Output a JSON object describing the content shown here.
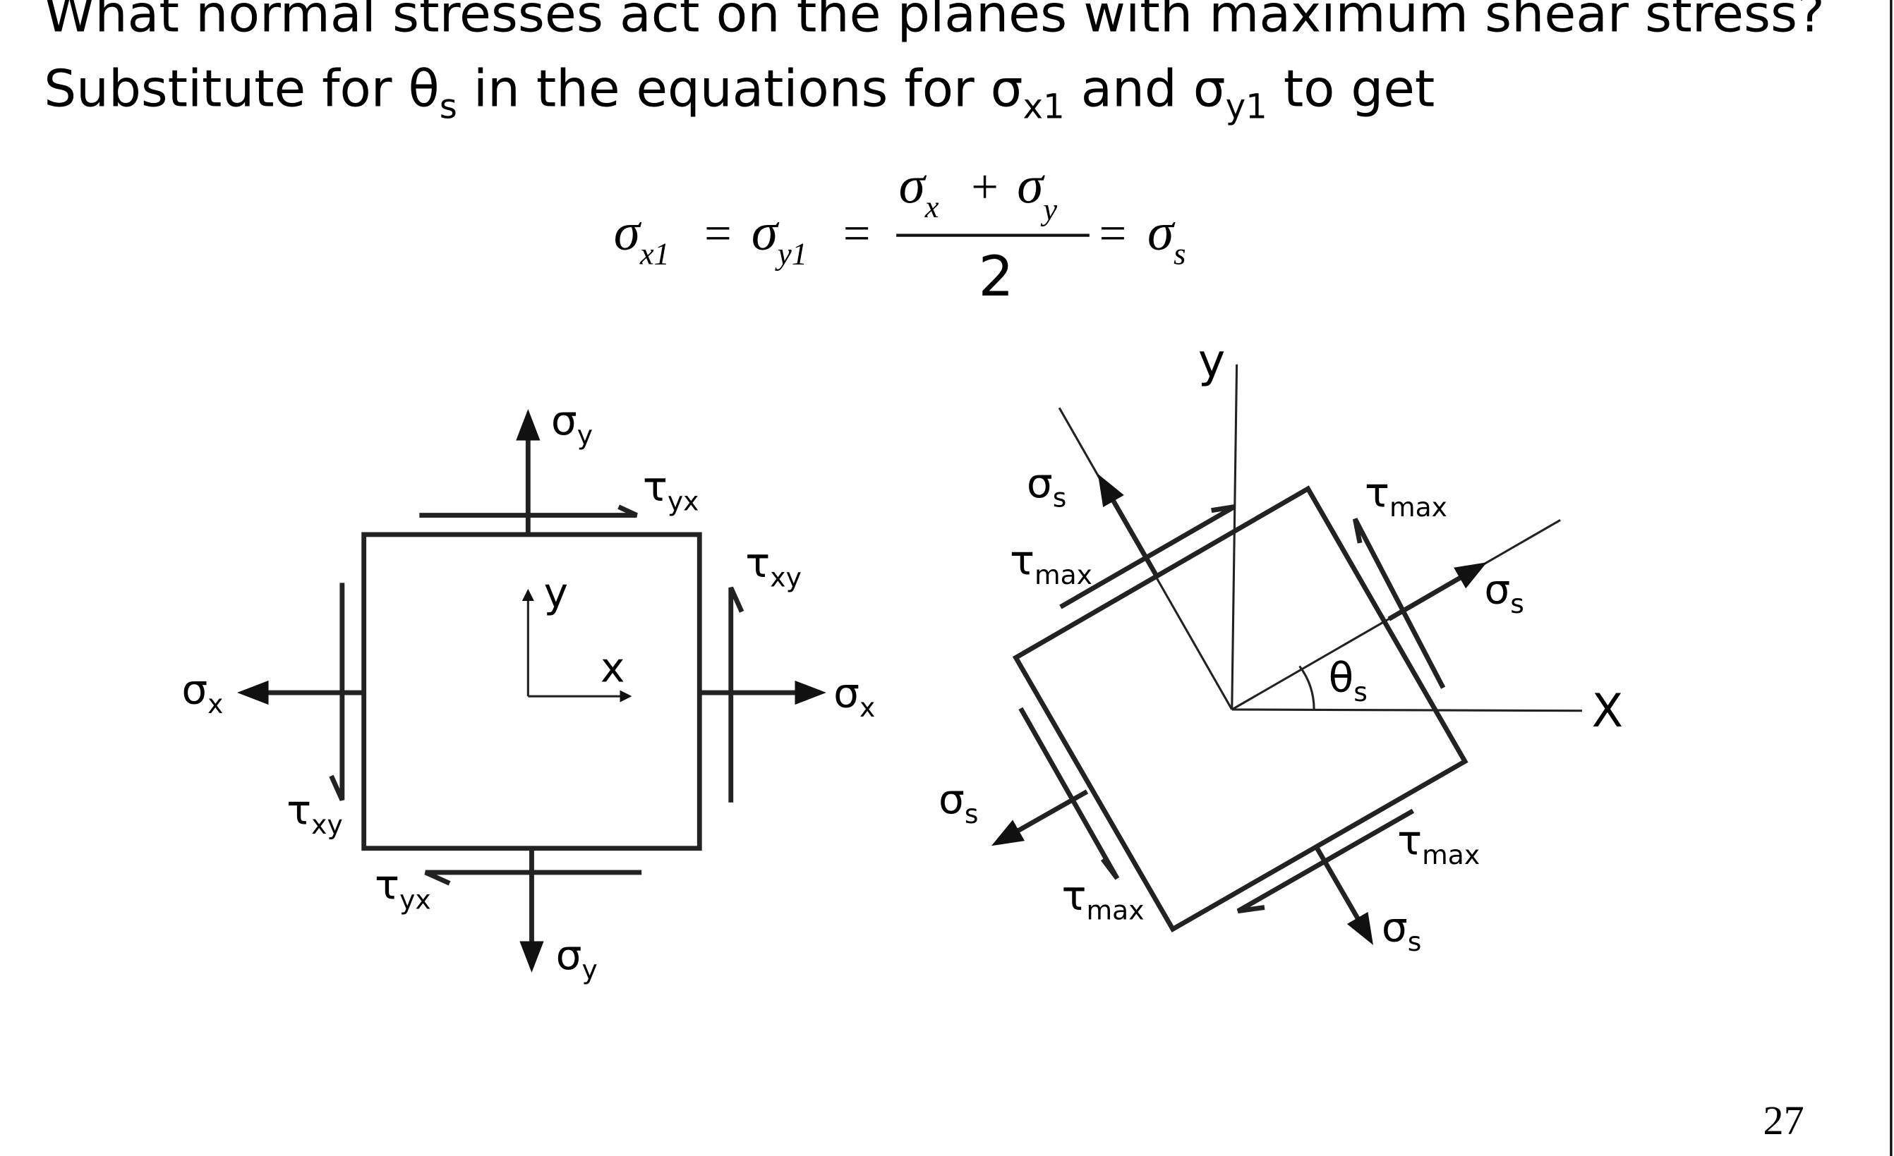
{
  "slide": {
    "line1": "What normal stresses act on the planes with maximum shear stress?",
    "line2_a": "Substitute for ",
    "line2_theta": "θ",
    "line2_theta_sub": "s",
    "line2_b": " in the equations for ",
    "line2_sig1": "σ",
    "line2_sig1_sub": "x1",
    "line2_c": " and ",
    "line2_sig2": "σ",
    "line2_sig2_sub": "y1",
    "line2_d": " to get",
    "page_number": "27"
  },
  "equation": {
    "sigma": "σ",
    "sub_x1": "x1",
    "sub_y1": "y1",
    "sub_x": "x",
    "sub_y": "y",
    "sub_s": "s",
    "equals": "=",
    "plus": "+",
    "denominator": "2"
  },
  "left_diagram": {
    "sigma_y": "σ",
    "sub_y": "y",
    "sigma_x": "σ",
    "sub_x": "x",
    "tau": "τ",
    "sub_yx": "yx",
    "sub_xy": "xy",
    "axis_x": "x",
    "axis_y": "y"
  },
  "right_diagram": {
    "sigma": "σ",
    "sub_s": "s",
    "tau": "τ",
    "sub_max": "max",
    "theta": "θ",
    "axis_x": "X",
    "axis_y": "y"
  }
}
